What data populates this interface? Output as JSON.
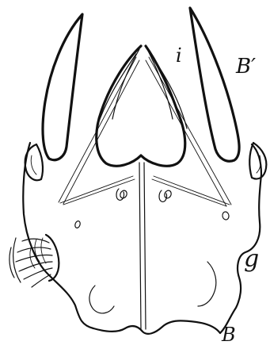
{
  "labels": {
    "i": "i",
    "b_prime": "B′",
    "g": "g",
    "b": "B"
  }
}
